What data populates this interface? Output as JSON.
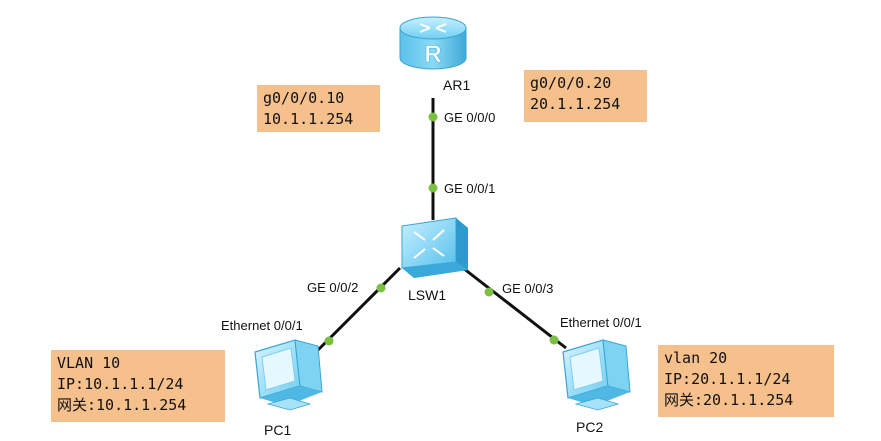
{
  "devices": {
    "router": {
      "name": "AR1"
    },
    "switch": {
      "name": "LSW1"
    },
    "pc1": {
      "name": "PC1"
    },
    "pc2": {
      "name": "PC2"
    }
  },
  "ports": {
    "ar1_uplink": "GE 0/0/0",
    "lsw1_to_ar1": "GE 0/0/1",
    "lsw1_to_pc1": "GE 0/0/2",
    "lsw1_to_pc2": "GE 0/0/3",
    "pc1_eth": "Ethernet 0/0/1",
    "pc2_eth": "Ethernet 0/0/1"
  },
  "notes": {
    "subif10": [
      "g0/0/0.10",
      "10.1.1.254"
    ],
    "subif20": [
      "g0/0/0.20",
      "20.1.1.254"
    ],
    "pc1": [
      "VLAN 10",
      "IP:10.1.1.1/24",
      "网关:10.1.1.254"
    ],
    "pc2": [
      "vlan 20",
      "IP:20.1.1.1/24",
      "网关:20.1.1.254"
    ]
  },
  "colors": {
    "note_bg": "#f5c08c",
    "link": "#111111",
    "port_dot": "#7bc043",
    "device_blue": "#5bc8ef"
  }
}
